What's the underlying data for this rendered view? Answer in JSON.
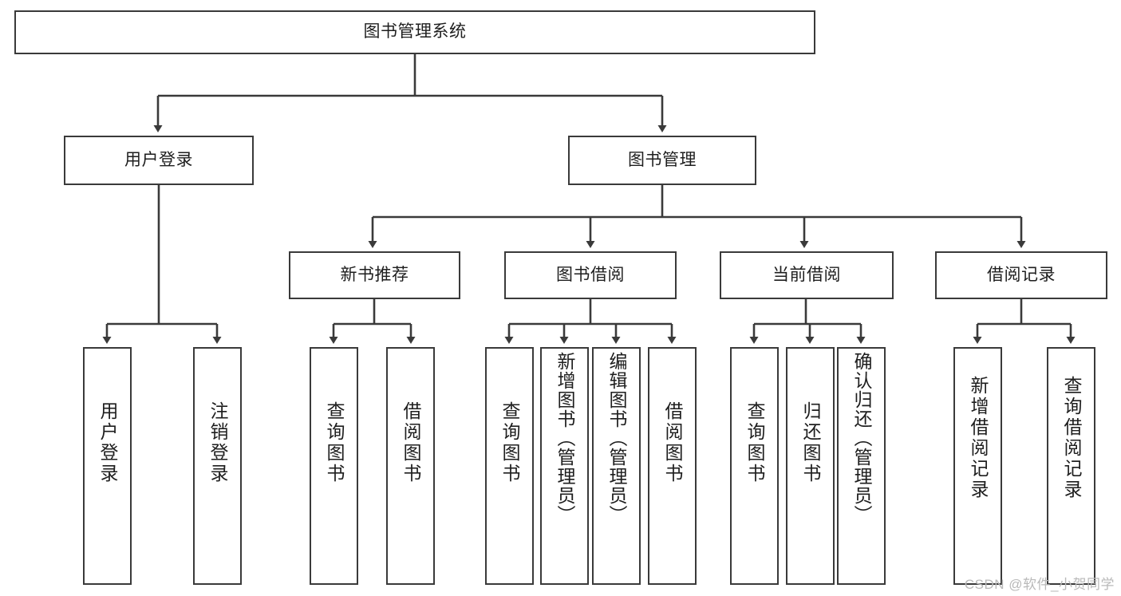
{
  "diagram": {
    "type": "tree",
    "title": "图书管理系统",
    "watermark": "CSDN @软件_小贺同学",
    "nodes": {
      "root": {
        "label": "图书管理系统",
        "orientation": "horizontal"
      },
      "user_login": {
        "label": "用户登录",
        "orientation": "horizontal"
      },
      "book_manage": {
        "label": "图书管理",
        "orientation": "horizontal"
      },
      "new_book_rec": {
        "label": "新书推荐",
        "orientation": "horizontal"
      },
      "book_borrow": {
        "label": "图书借阅",
        "orientation": "horizontal"
      },
      "current_borrow": {
        "label": "当前借阅",
        "orientation": "horizontal"
      },
      "borrow_record": {
        "label": "借阅记录",
        "orientation": "horizontal"
      },
      "leaf_user_login": {
        "label": "用户登录",
        "orientation": "vertical"
      },
      "leaf_user_logout": {
        "label": "注销登录",
        "orientation": "vertical"
      },
      "leaf_rec_query": {
        "label": "查询图书",
        "orientation": "vertical"
      },
      "leaf_rec_borrow": {
        "label": "借阅图书",
        "orientation": "vertical"
      },
      "leaf_bb_query": {
        "label": "查询图书",
        "orientation": "vertical"
      },
      "leaf_bb_add": {
        "label": "新增图书（管理员）",
        "orientation": "vertical"
      },
      "leaf_bb_edit": {
        "label": "编辑图书（管理员）",
        "orientation": "vertical"
      },
      "leaf_bb_borrow": {
        "label": "借阅图书",
        "orientation": "vertical"
      },
      "leaf_cb_query": {
        "label": "查询图书",
        "orientation": "vertical"
      },
      "leaf_cb_return": {
        "label": "归还图书",
        "orientation": "vertical"
      },
      "leaf_cb_confirm": {
        "label": "确认归还（管理员）",
        "orientation": "vertical"
      },
      "leaf_br_add": {
        "label": "新增借阅记录",
        "orientation": "vertical"
      },
      "leaf_br_query": {
        "label": "查询借阅记录",
        "orientation": "vertical"
      }
    },
    "edges": [
      {
        "from": "root",
        "to": "user_login"
      },
      {
        "from": "root",
        "to": "book_manage"
      },
      {
        "from": "book_manage",
        "to": "new_book_rec"
      },
      {
        "from": "book_manage",
        "to": "book_borrow"
      },
      {
        "from": "book_manage",
        "to": "current_borrow"
      },
      {
        "from": "book_manage",
        "to": "borrow_record"
      },
      {
        "from": "user_login",
        "to": "leaf_user_login"
      },
      {
        "from": "user_login",
        "to": "leaf_user_logout"
      },
      {
        "from": "new_book_rec",
        "to": "leaf_rec_query"
      },
      {
        "from": "new_book_rec",
        "to": "leaf_rec_borrow"
      },
      {
        "from": "book_borrow",
        "to": "leaf_bb_query"
      },
      {
        "from": "book_borrow",
        "to": "leaf_bb_add"
      },
      {
        "from": "book_borrow",
        "to": "leaf_bb_edit"
      },
      {
        "from": "book_borrow",
        "to": "leaf_bb_borrow"
      },
      {
        "from": "current_borrow",
        "to": "leaf_cb_query"
      },
      {
        "from": "current_borrow",
        "to": "leaf_cb_return"
      },
      {
        "from": "current_borrow",
        "to": "leaf_cb_confirm"
      },
      {
        "from": "borrow_record",
        "to": "leaf_br_add"
      },
      {
        "from": "borrow_record",
        "to": "leaf_br_query"
      }
    ],
    "colors": {
      "border": "#3a3a3a",
      "text": "#1e1e1e",
      "connector": "#3a3a3a",
      "background": "#ffffff",
      "watermark": "#b9b9b9"
    }
  }
}
